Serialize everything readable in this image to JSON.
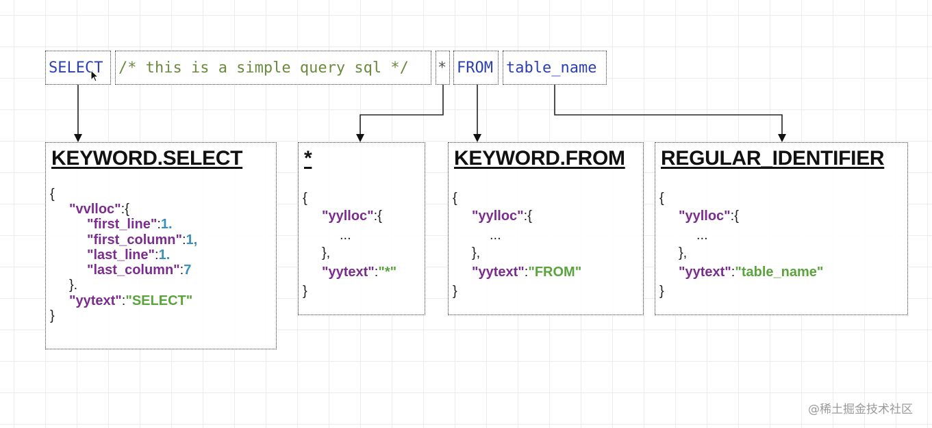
{
  "tokens": {
    "select": "SELECT",
    "comment": "/* this is a simple query sql */",
    "star": "*",
    "from": "FROM",
    "table": "table_name"
  },
  "cards": {
    "select": {
      "title": "KEYWORD.SELECT",
      "open": "{",
      "loc_key": "\"vvlloc\"",
      "loc_open": ":{",
      "first_line_key": "\"first_line\"",
      "first_line_val": "1.",
      "first_column_key": "\"first_column\"",
      "first_column_val": "1,",
      "last_line_key": "\"last_line\"",
      "last_line_val": "1.",
      "last_column_key": "\"last_column\"",
      "last_column_val": "7",
      "loc_close": "}.",
      "text_key": "\"yytext\"",
      "text_val": "\"SELECT\"",
      "close": "}"
    },
    "star": {
      "title": "*",
      "open": "{",
      "loc_key": "\"yylloc\"",
      "loc_open": ":{",
      "ellipsis": "...",
      "loc_close": "},",
      "text_key": "\"yytext\"",
      "text_val": "\"*\"",
      "close": "}"
    },
    "from": {
      "title": "KEYWORD.FROM",
      "open": "{",
      "loc_key": "\"yylloc\"",
      "loc_open": ":{",
      "ellipsis": "...",
      "loc_close": "},",
      "text_key": "\"yytext\"",
      "text_val": "\"FROM\"",
      "close": "}"
    },
    "identifier": {
      "title": "REGULAR_IDENTIFIER",
      "open": "{",
      "loc_key": "\"yylloc\"",
      "loc_open": ":{",
      "ellipsis": "...",
      "loc_close": "},",
      "text_key": "\"yytext\"",
      "text_val": "\"table_name\"",
      "close": "}"
    }
  },
  "colors": {
    "keyword": "#2b3fb4",
    "comment": "#6a8a3e",
    "json_key": "#7a2d8f",
    "json_string": "#5aa33d",
    "json_number": "#3b8fb8"
  },
  "watermark": "@稀土掘金技术社区"
}
